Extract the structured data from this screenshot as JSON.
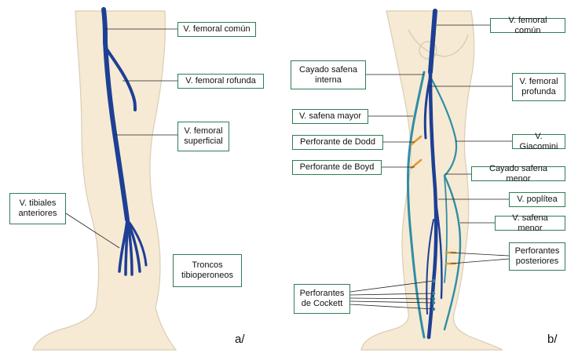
{
  "colors": {
    "skin": "#f6ead4",
    "outline": "#d9cdb6",
    "deep_vein": "#1d3f95",
    "superficial_vein": "#2f8ea4",
    "perforator": "#e09a2b",
    "label_border": "#2e7d55",
    "leader": "#222222"
  },
  "panels": {
    "a": {
      "letter": "a/",
      "labels": {
        "femoral_comun": "V. femoral común",
        "femoral_profunda": "V. femoral rofunda",
        "femoral_superficial_1": "V. femoral",
        "femoral_superficial_2": "superficial",
        "tibiales_1": "V. tibiales",
        "tibiales_2": "anteriores",
        "troncos_1": "Troncos",
        "troncos_2": "tibioperoneos"
      }
    },
    "b": {
      "letter": "b/",
      "labels": {
        "femoral_comun": "V. femoral común",
        "cayado_interna_1": "Cayado safena",
        "cayado_interna_2": "interna",
        "femoral_profunda_1": "V. femoral",
        "femoral_profunda_2": "profunda",
        "safena_mayor": "V. safena mayor",
        "giacomini": "V. Giacomini",
        "dodd": "Perforante de Dodd",
        "boyd": "Perforante de Boyd",
        "cayado_menor": "Cayado safena menor",
        "poplitea": "V. poplítea",
        "safena_menor": "V. safena menor",
        "perforantes_post_1": "Perforantes",
        "perforantes_post_2": "posteriores",
        "cockett_1": "Perforantes",
        "cockett_2": "de Cockett"
      }
    }
  }
}
